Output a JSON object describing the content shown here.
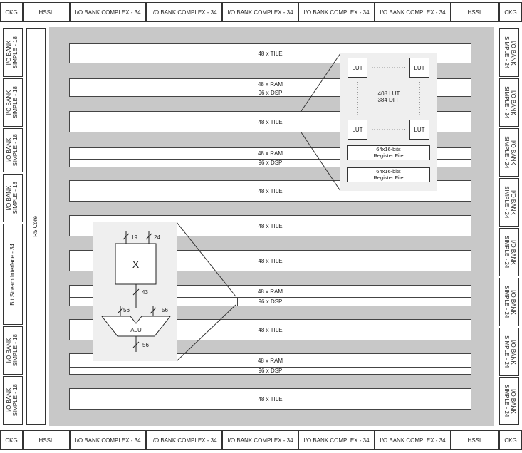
{
  "top_bar": [
    "CKG",
    "HSSL",
    "I/O BANK COMPLEX - 34",
    "I/O BANK COMPLEX - 34",
    "I/O BANK COMPLEX - 34",
    "I/O BANK COMPLEX - 34",
    "I/O BANK COMPLEX - 34",
    "HSSL",
    "CKG"
  ],
  "bottom_bar": [
    "CKG",
    "HSSL",
    "I/O BANK COMPLEX - 34",
    "I/O BANK COMPLEX - 34",
    "I/O BANK COMPLEX - 34",
    "I/O BANK COMPLEX - 34",
    "I/O BANK COMPLEX - 34",
    "HSSL",
    "CKG"
  ],
  "left_column": [
    "I/O BANK\nSIMPLE - 18",
    "I/O BANK\nSIMPLE - 18",
    "I/O BANK\nSIMPLE - 18",
    "I/O BANK\nSIMPLE - 18",
    "Bit Stream Interface - 34",
    "I/O BANK\nSIMPLE - 18",
    "I/O BANK\nSIMPLE - 18"
  ],
  "right_column": [
    "I/O BANK\nSIMPLE - 24",
    "I/O BANK\nSIMPLE - 24",
    "I/O BANK\nSIMPLE - 24",
    "I/O BANK\nSIMPLE - 24",
    "I/O BANK\nSIMPLE - 24",
    "I/O BANK\nSIMPLE - 24",
    "I/O BANK\nSIMPLE - 24",
    "I/O BANK\nSIMPLE - 24"
  ],
  "core_label": "R5 Core",
  "rows": {
    "tile": "48 x TILE",
    "ram": "48 x RAM",
    "dsp": "96 x DSP"
  },
  "tile_inset": {
    "lut": "LUT",
    "summary": "408 LUT\n384 DFF",
    "register_file_1": "64x16-bits\nRegister File",
    "register_file_2": "64x16-bits\nRegister File"
  },
  "dsp_inset": {
    "mult_symbol": "X",
    "in_a": "19",
    "in_b": "24",
    "mult_out": "43",
    "alu_in_a": "56",
    "alu_in_b": "56",
    "alu_label": "ALU",
    "alu_out": "56"
  }
}
